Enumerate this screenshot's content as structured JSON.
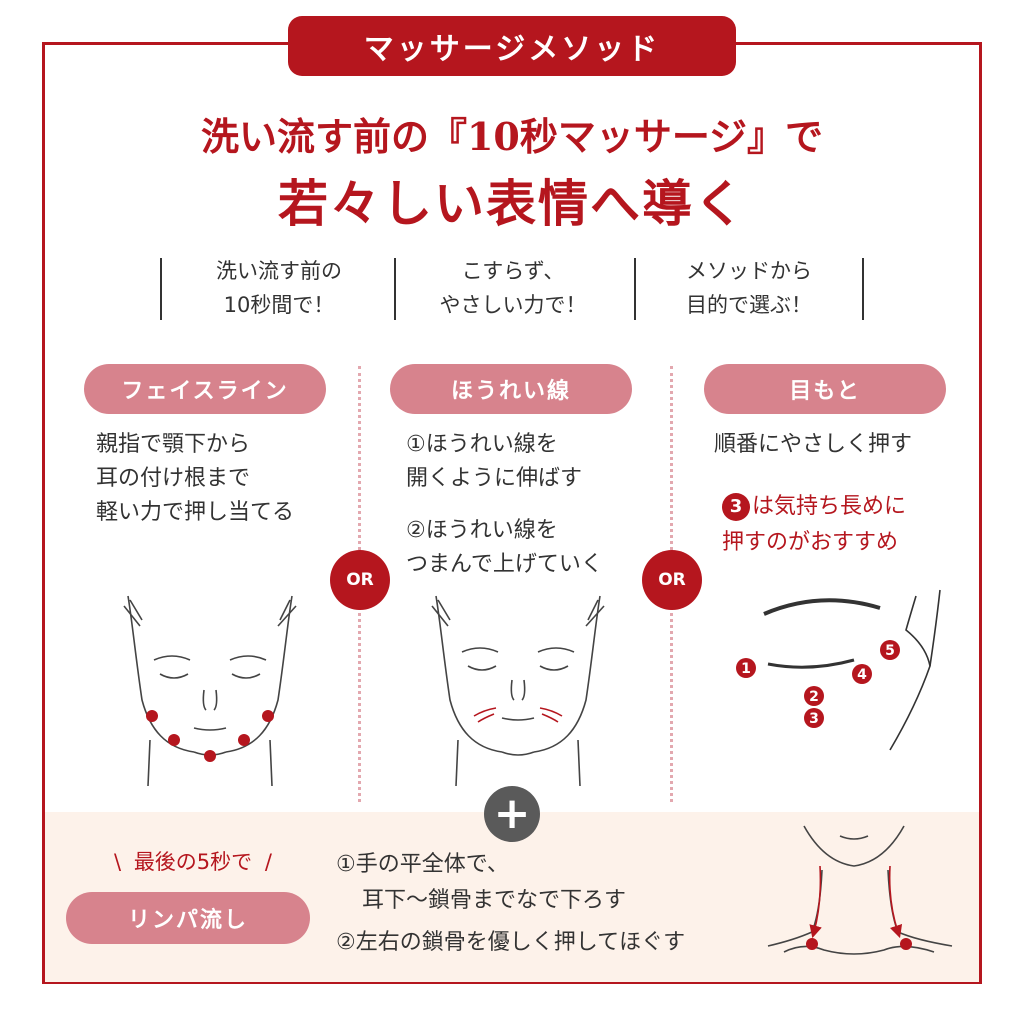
{
  "header": {
    "tab_label": "マッサージメソッド"
  },
  "headline": {
    "line1": "洗い流す前の『10秒マッサージ』で",
    "line2": "若々しい表情へ導く"
  },
  "features": [
    {
      "line1": "洗い流す前の",
      "line2": "10秒間で！"
    },
    {
      "line1": "こすらず、",
      "line2": "やさしい力で！"
    },
    {
      "line1": "メソッドから",
      "line2": "目的で選ぶ！"
    }
  ],
  "or_label": "OR",
  "methods": {
    "face_line": {
      "label": "フェイスライン",
      "lines": [
        "親指で顎下から",
        "耳の付け根まで",
        "軽い力で押し当てる"
      ]
    },
    "nasolabial": {
      "label": "ほうれい線",
      "lines": [
        "①ほうれい線を",
        "開くように伸ばす",
        "②ほうれい線を",
        "つまんで上げていく"
      ]
    },
    "eye_area": {
      "label": "目もと",
      "line1": "順番にやさしく押す",
      "badge": "3",
      "note1": "は気持ち長めに",
      "note2": "押すのがおすすめ",
      "points": [
        "1",
        "2",
        "3",
        "4",
        "5"
      ]
    }
  },
  "plus_icon": "plus-icon",
  "lymph": {
    "lead": "最後の5秒で",
    "slash_left": "\\",
    "slash_right": "/",
    "label": "リンパ流し",
    "steps": [
      "①手の平全体で、",
      "耳下〜鎖骨までなで下ろす",
      "②左右の鎖骨を優しく押してほぐす"
    ]
  },
  "colors": {
    "accent_red": "#b5161e",
    "pill_pink": "#d7838d",
    "band_cream": "#fdf2ea",
    "dotted_pink": "#e3a8af",
    "plus_gray": "#5a5a5a"
  }
}
